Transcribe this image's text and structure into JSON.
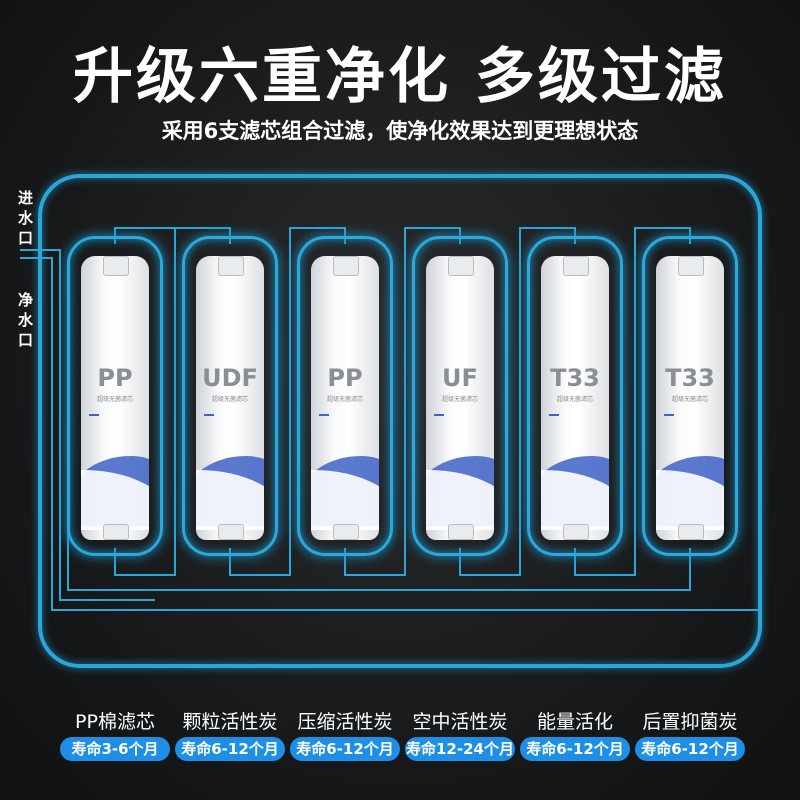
{
  "title": "升级六重净化 多级过滤",
  "subtitle": "采用6支滤芯组合过滤，使净化效果达到更理想状态",
  "inlet_label": "进水口",
  "outlet_label": "净水口",
  "accent_color": "#1d8fe6",
  "filters": [
    {
      "code": "PP",
      "tag": "超级无菌滤芯",
      "name": "PP棉滤芯",
      "life": "寿命3-6个月"
    },
    {
      "code": "UDF",
      "tag": "超级无菌滤芯",
      "name": "颗粒活性炭",
      "life": "寿命6-12个月"
    },
    {
      "code": "PP",
      "tag": "超级无菌滤芯",
      "name": "压缩活性炭",
      "life": "寿命6-12个月"
    },
    {
      "code": "UF",
      "tag": "超级无菌滤芯",
      "name": "空中活性炭",
      "life": "寿命12-24个月"
    },
    {
      "code": "T33",
      "tag": "超级无菌滤芯",
      "name": "能量活化",
      "life": "寿命6-12个月"
    },
    {
      "code": "T33",
      "tag": "超级无菌滤芯",
      "name": "后置抑菌炭",
      "life": "寿命6-12个月"
    }
  ]
}
